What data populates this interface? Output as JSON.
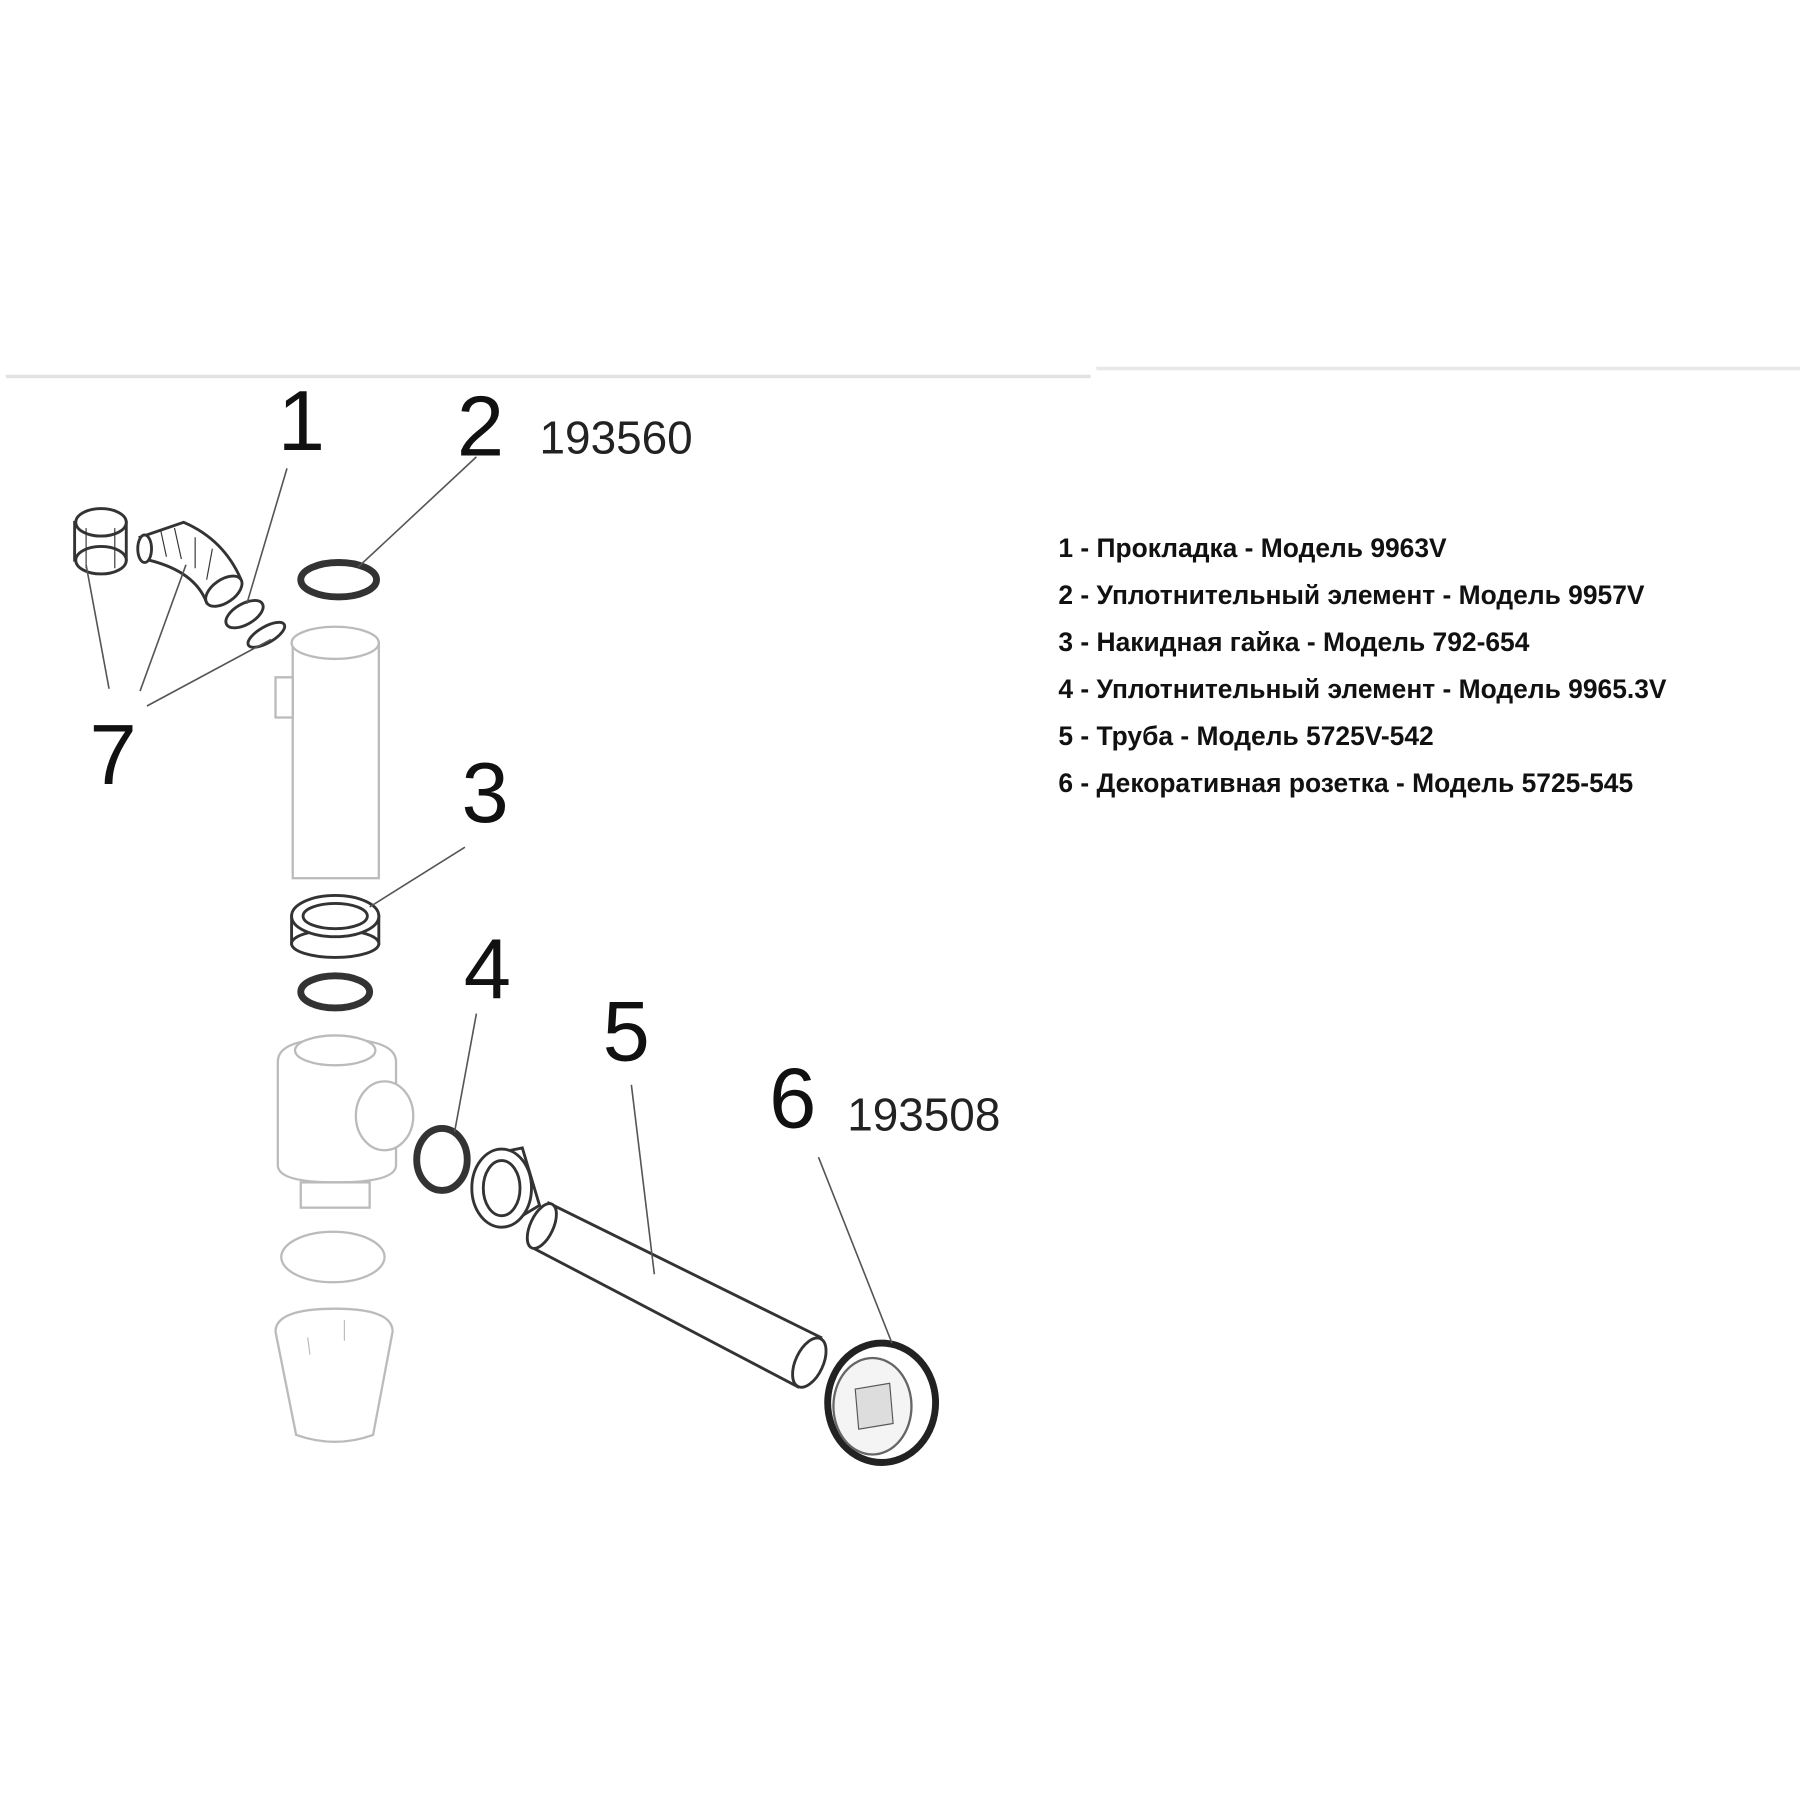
{
  "callouts": [
    {
      "number": "1"
    },
    {
      "number": "2",
      "code": "193560"
    },
    {
      "number": "3"
    },
    {
      "number": "4"
    },
    {
      "number": "5"
    },
    {
      "number": "6",
      "code": "193508"
    },
    {
      "number": "7"
    }
  ],
  "legend": [
    "1 - Прокладка - Модель 9963V",
    "2 - Уплотнительный элемент - Модель 9957V",
    "3 - Накидная гайка - Модель 792-654",
    "4 - Уплотнительный элемент - Модель 9965.3V",
    "5 - Труба - Модель 5725V-542",
    "6 - Декоративная розетка - Модель 5725-545"
  ]
}
